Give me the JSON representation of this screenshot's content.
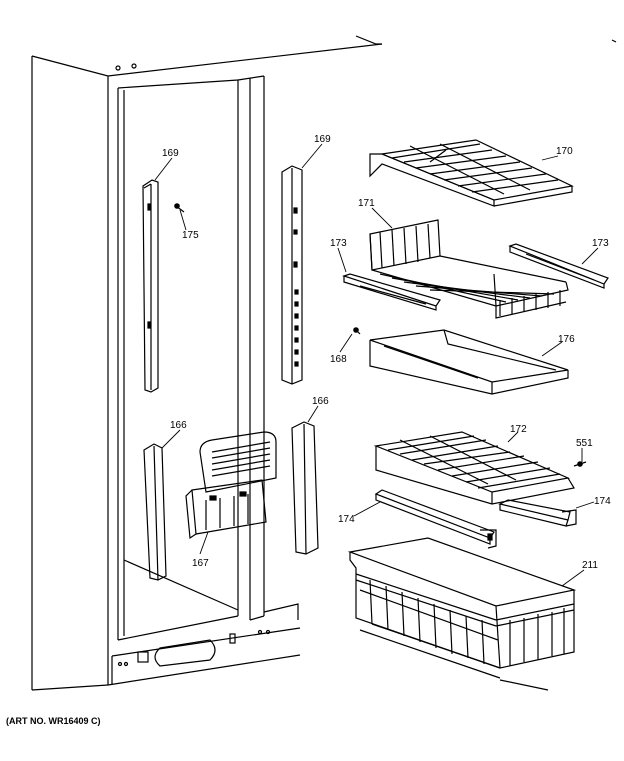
{
  "diagram": {
    "part_labels": {
      "p169a": "169",
      "p175": "175",
      "p169b": "169",
      "p170": "170",
      "p171": "171",
      "p173a": "173",
      "p173b": "173",
      "p168": "168",
      "p176": "176",
      "p166a": "166",
      "p166b": "166",
      "p172": "172",
      "p551": "551",
      "p167": "167",
      "p174a": "174",
      "p174b": "174",
      "p211": "211"
    },
    "art_number": "(ART NO. WR16409 C)"
  }
}
